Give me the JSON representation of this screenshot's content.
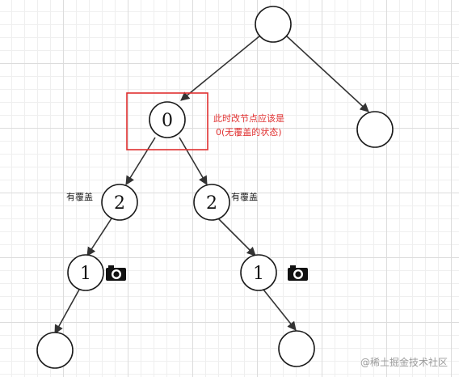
{
  "nodes": {
    "root": "",
    "left": "0",
    "right": "",
    "ll": "2",
    "lr": "2",
    "lll": "1",
    "lrl": "1",
    "llll": "",
    "lrll": ""
  },
  "labels": {
    "covered_left": "有覆盖",
    "covered_right": "有覆盖",
    "note_line1": "此时改节点应该是",
    "note_line2": "0(无覆盖的状态)"
  },
  "icons": [
    "camera-icon",
    "camera-icon"
  ],
  "colors": {
    "highlight": "#e03030",
    "stroke": "#1a1a1a"
  },
  "watermark": "@稀土掘金技术社区"
}
